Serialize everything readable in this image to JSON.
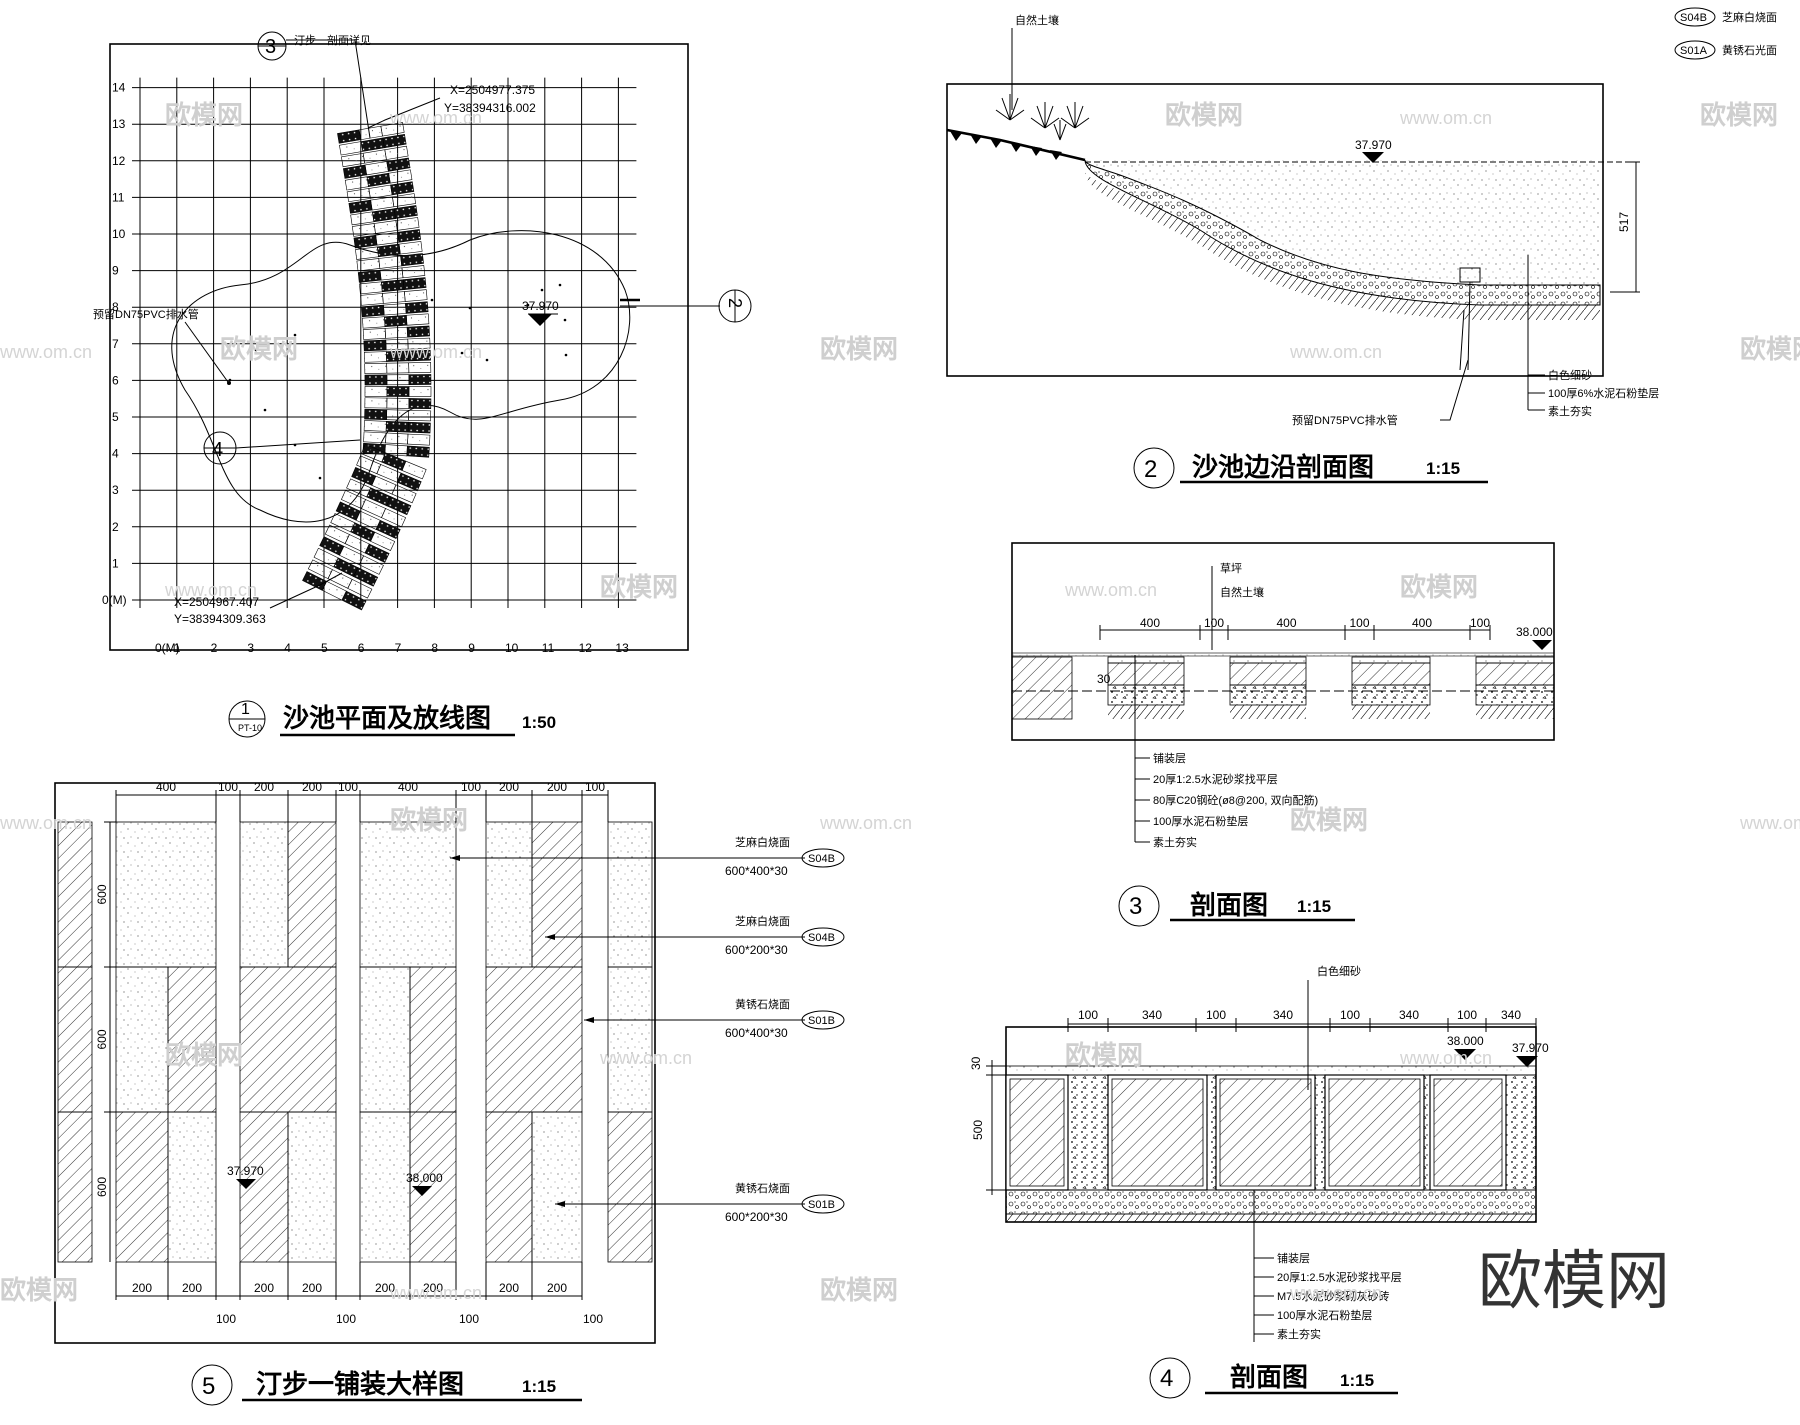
{
  "legend": {
    "items": [
      {
        "code": "S04B",
        "name": "芝麻白烧面"
      },
      {
        "code": "S01A",
        "name": "黄锈石光面"
      }
    ]
  },
  "drawing1": {
    "number": "1",
    "sheet_ref": "PT-10",
    "title": "沙池平面及放线图",
    "scale": "1:50",
    "y_ticks": [
      "0(M)",
      "1",
      "2",
      "3",
      "4",
      "5",
      "6",
      "7",
      "8",
      "9",
      "10",
      "11",
      "12",
      "13",
      "14"
    ],
    "x_ticks": [
      "0(M)",
      "1",
      "2",
      "3",
      "4",
      "5",
      "6",
      "7",
      "8",
      "9",
      "10",
      "11",
      "12",
      "13"
    ],
    "coord_top_x": "X=2504977.375",
    "coord_top_y": "Y=38394316.002",
    "coord_bottom_x": "X=2504967.407",
    "coord_bottom_y": "Y=38394309.363",
    "elevation": "37.970",
    "pipe_label": "预留DN75PVC排水管",
    "section_note": "汀步一剖面详见",
    "callout_top": "3",
    "callout_left": "4",
    "callout_right": "2"
  },
  "drawing2": {
    "number": "2",
    "title": "沙池边沿剖面图",
    "scale": "1:15",
    "label_soil": "自然土壤",
    "elevation": "37.970",
    "height_dim": "517",
    "layer1": "白色细砂",
    "layer2": "100厚6%水泥石粉垫层",
    "layer3": "素土夯实",
    "pipe_label": "预留DN75PVC排水管"
  },
  "drawing3": {
    "number": "3",
    "title": "剖面图",
    "scale": "1:15",
    "label_grass": "草坪",
    "label_soil": "自然土壤",
    "dims": [
      "400",
      "100",
      "400",
      "100",
      "400",
      "100"
    ],
    "left_dim": "30",
    "elevation": "38.000",
    "layers": [
      "铺装层",
      "20厚1:2.5水泥砂浆找平层",
      "80厚C20钢砼(ø8@200, 双向配筋)",
      "100厚水泥石粉垫层",
      "素土夯实"
    ]
  },
  "drawing4": {
    "number": "4",
    "title": "剖面图",
    "scale": "1:15",
    "label_top": "白色细砂",
    "dims": [
      "100",
      "340",
      "100",
      "340",
      "100",
      "340",
      "100",
      "340"
    ],
    "left_dim_a": "30",
    "left_dim_b": "500",
    "elevation_a": "38.000",
    "elevation_b": "37.970",
    "layers": [
      "铺装层",
      "20厚1:2.5水泥砂浆找平层",
      "M7.5水泥砂浆砌灰砂砖",
      "100厚水泥石粉垫层",
      "素土夯实"
    ]
  },
  "drawing5": {
    "number": "5",
    "title": "汀步一铺装大样图",
    "scale": "1:15",
    "top_dims": [
      "400",
      "100",
      "200",
      "200",
      "100",
      "400",
      "100",
      "200",
      "200",
      "100"
    ],
    "left_dims": [
      "600",
      "600",
      "600"
    ],
    "bottom_dims_row1": [
      "200",
      "200",
      "200",
      "200",
      "200",
      "200",
      "200",
      "200"
    ],
    "bottom_dims_row2": [
      "100",
      "100",
      "100",
      "100"
    ],
    "elevation_a": "37.970",
    "elevation_b": "38.000",
    "callouts": [
      {
        "name": "芝麻白烧面",
        "size": "600*400*30",
        "code": "S04B"
      },
      {
        "name": "芝麻白烧面",
        "size": "600*200*30",
        "code": "S04B"
      },
      {
        "name": "黄锈石烧面",
        "size": "600*400*30",
        "code": "S01B"
      },
      {
        "name": "黄锈石烧面",
        "size": "600*200*30",
        "code": "S01B"
      }
    ]
  },
  "watermark": {
    "brand": "欧模网",
    "url": "www.om.cn"
  }
}
